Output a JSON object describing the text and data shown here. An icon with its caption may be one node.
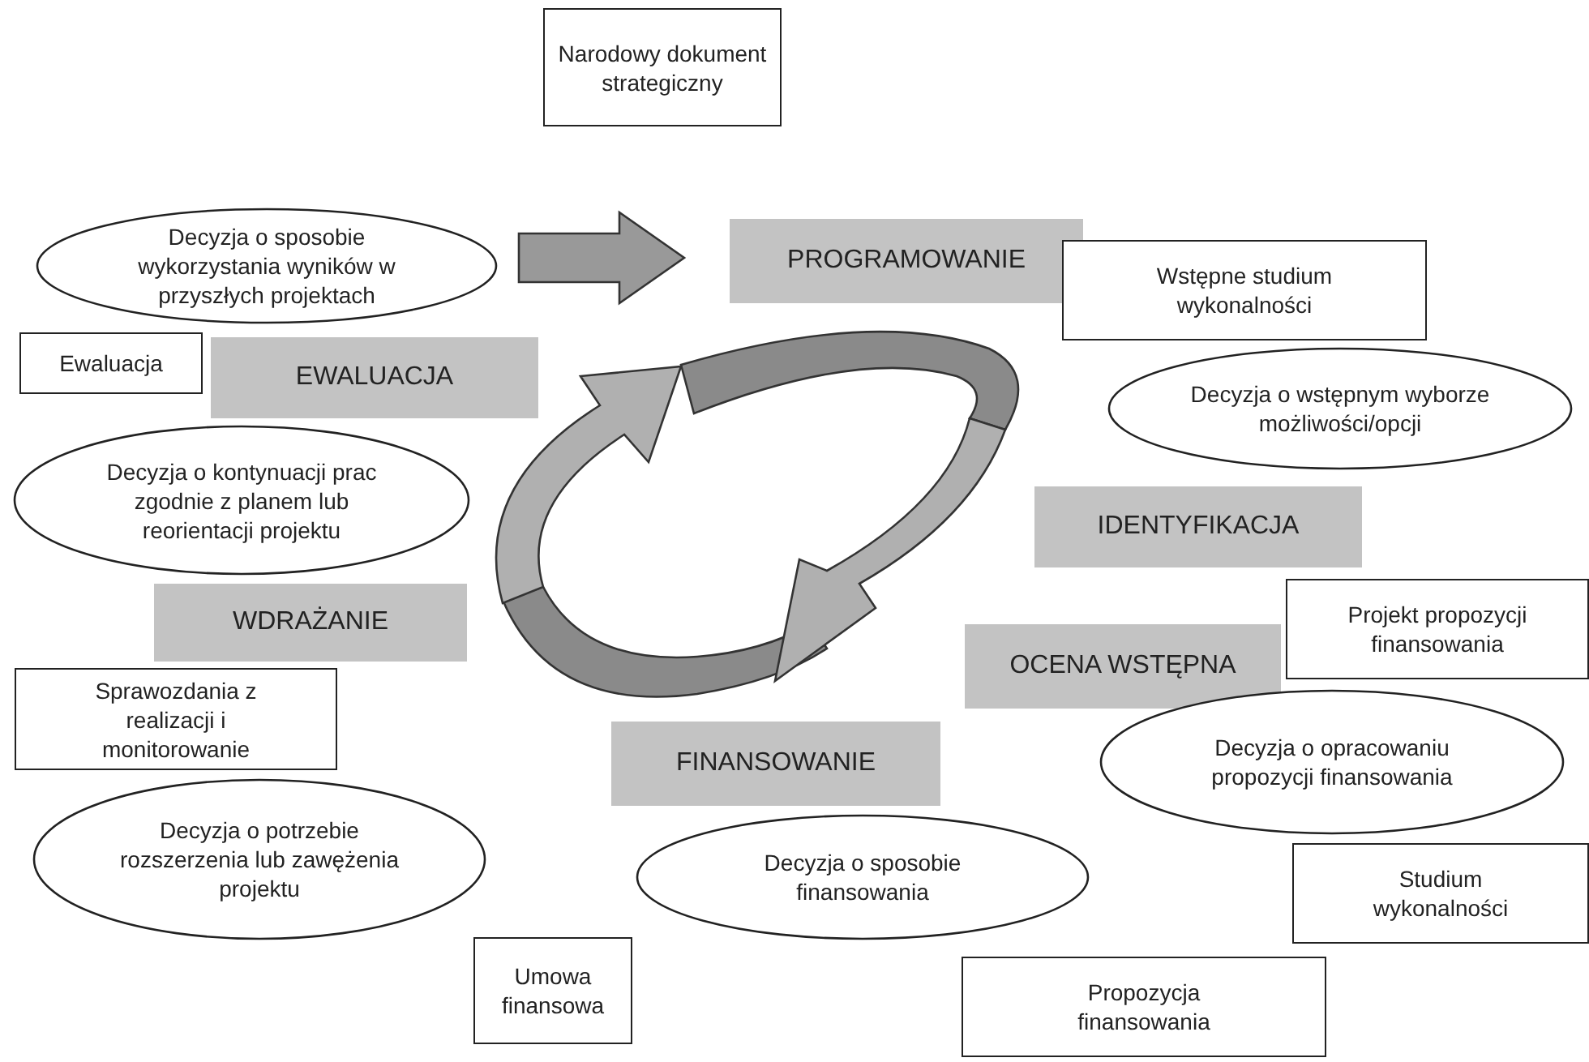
{
  "diagram": {
    "nodes": [
      {
        "text": [
          "Narodowy dokument strategiczny"
        ]
      },
      {
        "text": [
          "Decyzja o sposobie wykorzystania wyników w przyszłych projektach"
        ]
      },
      {
        "text": [
          "PROGRAMOWANIE"
        ]
      },
      {
        "text": [
          "Wstępne studium wykonalności"
        ]
      },
      {
        "text": [
          "Ewaluacja"
        ]
      },
      {
        "text": [
          "EWALUACJA"
        ]
      },
      {
        "text": [
          "Decyzja o wstępnym wyborze możliwości/opcji"
        ]
      },
      {
        "text": [
          "Decyzja o kontynuacji prac zgodnie z planem lub reorientacji projektu"
        ]
      },
      {
        "text": [
          "IDENTYFIKACJA"
        ]
      },
      {
        "text": [
          "WDRAŻANIE"
        ]
      },
      {
        "text": [
          "Projekt propozycji finansowania"
        ]
      },
      {
        "text": [
          "OCENA WSTĘPNA"
        ]
      },
      {
        "text": [
          "Sprawozdania z realizacji i monitorowanie"
        ]
      },
      {
        "text": [
          "FINANSOWANIE"
        ]
      },
      {
        "text": [
          "Decyzja o opracowaniu propozycji finansowania"
        ]
      },
      {
        "text": [
          "Decyzja o potrzebie rozszerzenia lub zawężenia projektu"
        ]
      },
      {
        "text": [
          "Decyzja o sposobie finansowania"
        ]
      },
      {
        "text": [
          "Studium wykonalności"
        ]
      },
      {
        "text": [
          "Umowa finansowa"
        ]
      },
      {
        "text": [
          "Propozycja finansowania"
        ]
      }
    ],
    "edges": [
      {
        "from": 1,
        "to": 2,
        "arrow": "to"
      }
    ]
  }
}
